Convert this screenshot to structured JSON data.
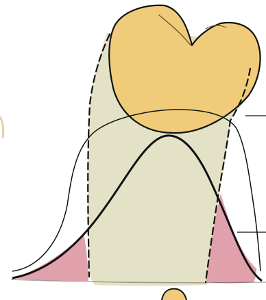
{
  "diagram": {
    "colors": {
      "background": "#ffffff",
      "root": "#e4e2c6",
      "crown": "#f0cc7a",
      "gum_pink": "#e1a1ac",
      "outline": "#111111"
    },
    "parts": [
      "crown-icon",
      "root-icon",
      "bone-peak-outline",
      "gingiva-outline",
      "gum-pink-left",
      "gum-pink-right",
      "leader-line-top",
      "leader-line-bottom"
    ]
  }
}
